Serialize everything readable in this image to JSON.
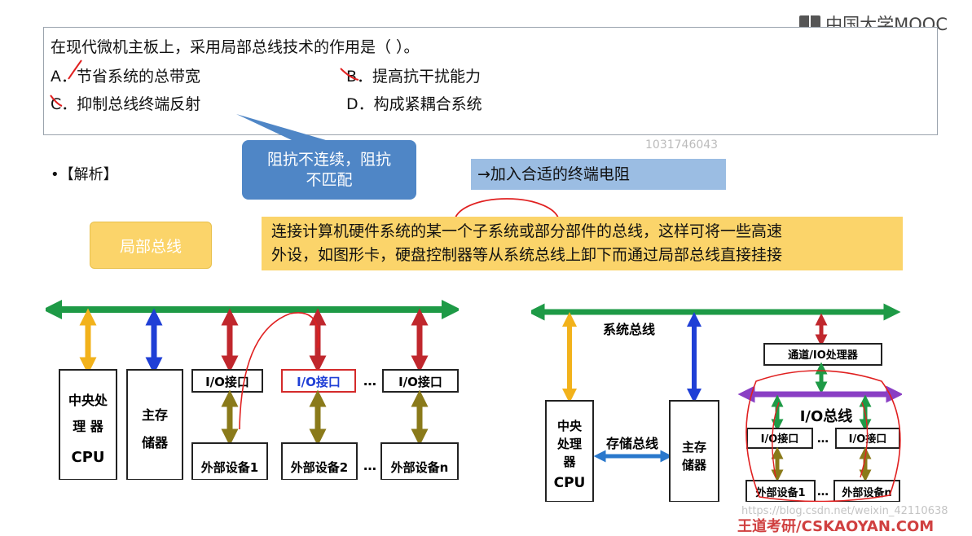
{
  "question": {
    "stem": "在现代微机主板上，采用局部总线技术的作用是（    ）。",
    "option_a": "A．节省系统的总带宽",
    "option_b": "B．提高抗干扰能力",
    "option_c": "C．抑制总线终端反射",
    "option_d": "D．构成紧耦合系统"
  },
  "logo": "中国大学MOOC",
  "callout": {
    "line1": "阻抗不连续，阻抗",
    "line2": "不匹配"
  },
  "analysis_label": "•【解析】",
  "note": "→加入合适的终端电阻",
  "watermark_id": "1031746043",
  "term_tag": "局部总线",
  "definition": {
    "line1": "连接计算机硬件系统的某一个子系统或部分部件的总线，这样可将一些高速",
    "line2": "外设，如图形卡，硬盘控制器等从系统总线上卸下而通过局部总线直接挂接"
  },
  "diagram_left": {
    "cpu": [
      "中央处",
      "理 器",
      "CPU"
    ],
    "memory": [
      "主存",
      "储器"
    ],
    "io_interfaces": [
      "I/O接口",
      "I/O接口",
      "I/O接口"
    ],
    "devices": [
      "外部设备1",
      "外部设备2",
      "外部设备n"
    ],
    "ellipsis": "…"
  },
  "diagram_right": {
    "system_bus": "系统总线",
    "channel": "通道/IO处理器",
    "io_bus": "I/O总线",
    "storage_bus": "存储总线",
    "cpu": [
      "中央",
      "处理",
      "器",
      "CPU"
    ],
    "memory": [
      "主存",
      "储器"
    ],
    "io_interfaces": [
      "I/O接口",
      "I/O接口"
    ],
    "devices": [
      "外部设备1",
      "外部设备n"
    ],
    "ellipsis": "…"
  },
  "watermark_url": "https://blog.csdn.net/weixin_42110638",
  "watermark_brand": "王道考研/CSKAOYAN.COM",
  "colors": {
    "bus_green": "#1e9a46",
    "io_arrow_red": "#c0272d",
    "cpu_arrow": "#f2b21b",
    "mem_arrow": "#1f3fd6",
    "io_purple": "#8a3fc4",
    "highlight_red": "#e02020",
    "callout_blue": "#4f86c6",
    "note_blue": "#9bbde3",
    "definition_yellow": "#fbd46a"
  }
}
